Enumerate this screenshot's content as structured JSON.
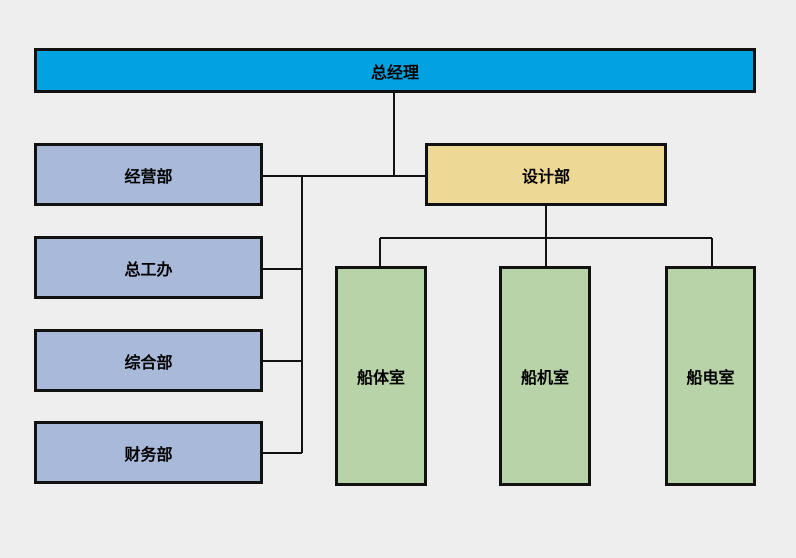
{
  "org_chart": {
    "root": {
      "label": "总经理",
      "color": "#00a3e0"
    },
    "left_departments": [
      {
        "label": "经营部"
      },
      {
        "label": "总工办"
      },
      {
        "label": "综合部"
      },
      {
        "label": "财务部"
      }
    ],
    "left_color": "#a9b9d9",
    "design_department": {
      "label": "设计部",
      "color": "#eed896"
    },
    "design_offices": [
      {
        "label": "船体室"
      },
      {
        "label": "船机室"
      },
      {
        "label": "船电室"
      }
    ],
    "office_color": "#b9d3a9",
    "line_color": "#111111"
  }
}
